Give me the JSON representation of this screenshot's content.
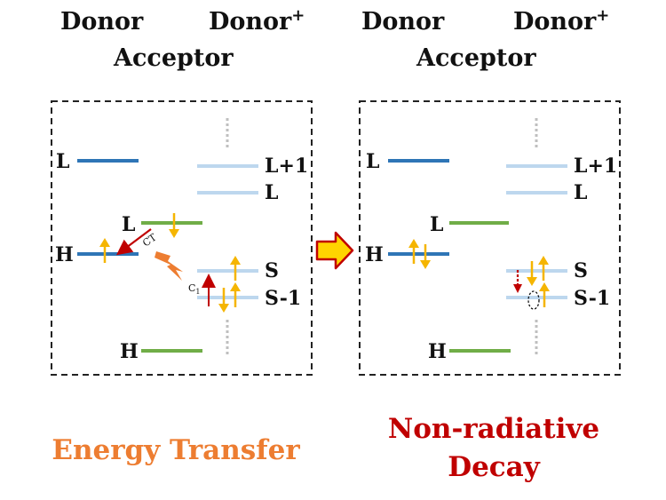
{
  "headers": {
    "donor": "Donor",
    "donor_plus": "Donor",
    "plus_sup": "+",
    "acceptor": "Acceptor"
  },
  "left_panel": {
    "donor_lumo": "L",
    "donor_homo": "H",
    "acceptor_lumo": "L",
    "acceptor_homo": "H",
    "dplus_l1": "L+1",
    "dplus_l": "L",
    "dplus_s": "S",
    "dplus_s1": "S-1",
    "ct_label": "CT",
    "c1_label": "C",
    "c1_sub": "1"
  },
  "right_panel": {
    "donor_lumo": "L",
    "donor_homo": "H",
    "acceptor_lumo": "L",
    "acceptor_homo": "H",
    "dplus_l1": "L+1",
    "dplus_l": "L",
    "dplus_s": "S",
    "dplus_s1": "S-1"
  },
  "captions": {
    "energy_transfer": "Energy Transfer",
    "nonradiative_line1": "Non-radiative",
    "nonradiative_line2": "Decay"
  },
  "colors": {
    "donor_level": "#2e75b6",
    "acceptor_level": "#70ad47",
    "dplus_level": "#bdd7ee",
    "electron_arrow": "#f5b500",
    "ct_arrow": "#c00000",
    "energy_transfer_text": "#ed7d31",
    "nonradiative_text": "#c00000",
    "dots": "#bfbfbf",
    "frame": "#222222"
  }
}
